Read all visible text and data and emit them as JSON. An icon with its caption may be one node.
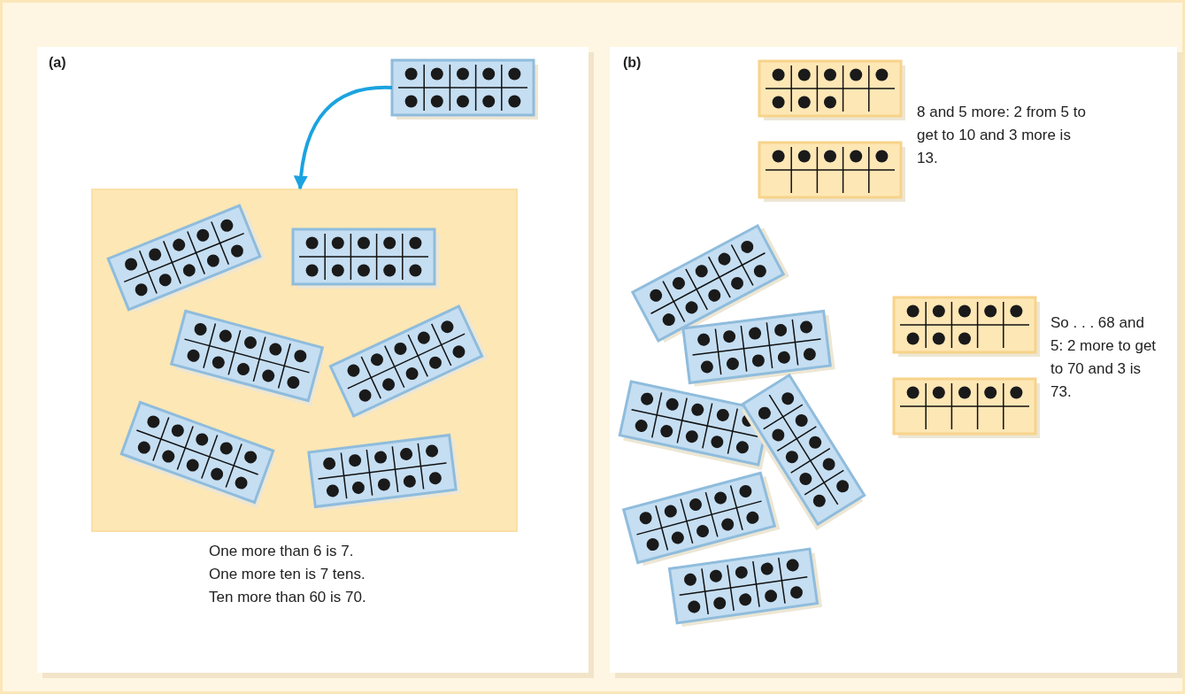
{
  "diagram": {
    "nodes": [
      {
        "text": [],
        "shape": "box"
      },
      {
        "text": [],
        "shape": "box"
      }
    ],
    "edges": [
      {
        "from": 0,
        "to": 1,
        "arrow": "to"
      }
    ],
    "labels": [
      "(a)",
      "One more than 6 is 7.",
      "One more ten is 7 tens.",
      "Ten more than 60 is 70.",
      "(b)",
      "8 and 5 more: 2 from 5 to get to 10 and 3 more is 13.",
      "So . . . 68 and 5: 2 more to get to 70 and 3 is 73."
    ]
  }
}
